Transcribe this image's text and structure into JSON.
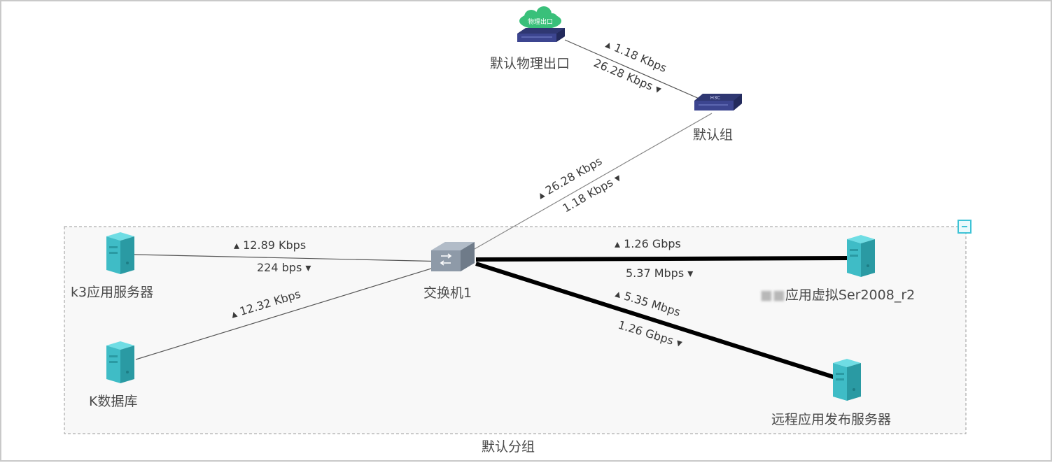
{
  "group": {
    "label": "默认分组"
  },
  "nodes": {
    "gateway": {
      "label": "默认物理出口",
      "badge": "物理出口",
      "icon": "cloud-router-icon"
    },
    "router": {
      "label": "默认组",
      "badge": "H3C",
      "icon": "router-icon"
    },
    "switch": {
      "label": "交换机1",
      "icon": "switch-icon"
    },
    "k3server": {
      "label": "k3应用服务器",
      "icon": "server-icon"
    },
    "kdb": {
      "label": "K数据库",
      "icon": "server-icon"
    },
    "vmserver": {
      "label_obscured": "■■",
      "label": "应用虚拟Ser2008_r2",
      "icon": "server-icon"
    },
    "remoteserver": {
      "label": "远程应用发布服务器",
      "icon": "server-icon"
    }
  },
  "links": {
    "gateway_router": {
      "up": "1.18 Kbps",
      "down": "26.28 Kbps"
    },
    "router_switch": {
      "up": "26.28 Kbps",
      "down": "1.18 Kbps"
    },
    "k3server_switch": {
      "up": "12.89 Kbps",
      "down": "224 bps"
    },
    "kdb_switch": {
      "up": "12.32 Kbps"
    },
    "switch_vmserver": {
      "up": "1.26 Gbps",
      "down": "5.37 Mbps"
    },
    "switch_remoteserver": {
      "up": "5.35 Mbps",
      "down": "1.26 Gbps"
    }
  },
  "colors": {
    "server": "#3fbcc6",
    "server_dark": "#2a9aa3",
    "switch": "#8e9aa8",
    "router": "#2f3772",
    "cloud": "#39c07a",
    "link_thin": "#8a8a8a",
    "link_heavy": "#000000",
    "group_border": "#9a9a9a"
  },
  "controls": {
    "collapse_icon": "collapse-icon"
  }
}
